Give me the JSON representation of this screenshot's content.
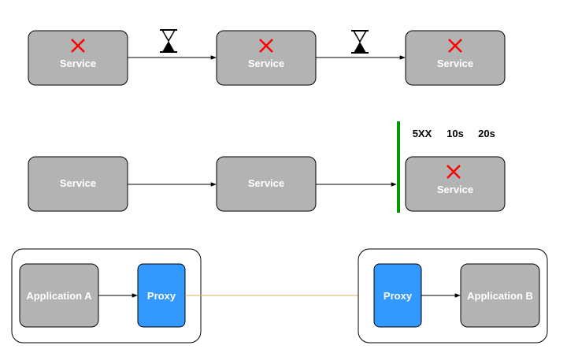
{
  "colors": {
    "service_fill": "#b3b3b3",
    "proxy_fill": "#3399ff",
    "error_mark": "#ff0000",
    "breaker_bar": "#009900",
    "proxy_link": "#d6b656",
    "line": "#000000"
  },
  "row1": {
    "services": [
      {
        "label": "Service",
        "error": true
      },
      {
        "label": "Service",
        "error": true
      },
      {
        "label": "Service",
        "error": true
      }
    ],
    "wait_icons": [
      "hourglass-icon",
      "hourglass-icon"
    ]
  },
  "row2": {
    "services": [
      {
        "label": "Service",
        "error": false
      },
      {
        "label": "Service",
        "error": false
      },
      {
        "label": "Service",
        "error": true
      }
    ],
    "breaker_labels": [
      "5XX",
      "10s",
      "20s"
    ]
  },
  "row3": {
    "left_group": {
      "app": "Application A",
      "proxy": "Proxy"
    },
    "right_group": {
      "proxy": "Proxy",
      "app": "Application B"
    }
  }
}
